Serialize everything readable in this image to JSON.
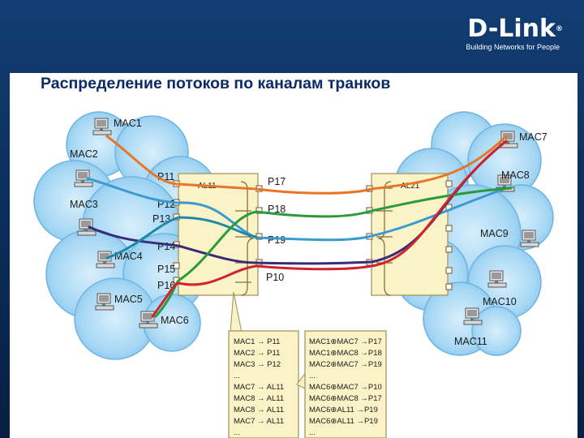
{
  "logo": {
    "brand": "D-Link",
    "reg": "®",
    "tagline": "Building Networks for People"
  },
  "title": "Распределение потоков по каналам транков",
  "macs": {
    "mac1": "MAC1",
    "mac2": "MAC2",
    "mac3": "MAC3",
    "mac4": "MAC4",
    "mac5": "MAC5",
    "mac6": "MAC6",
    "mac7": "MAC7",
    "mac8": "MAC8",
    "mac9": "MAC9",
    "mac10": "MAC10",
    "mac11": "MAC11"
  },
  "ports": {
    "p11": "P11",
    "p12": "P12",
    "p13": "P13",
    "p14": "P14",
    "p15": "P15",
    "p16": "P16",
    "p17": "P17",
    "p18": "P18",
    "p19": "P19",
    "p10": "P10"
  },
  "aggregates": {
    "al11": "AL11",
    "al21": "AL21"
  },
  "left_table": {
    "rows": [
      "MAC1 → P11",
      "MAC2 → P11",
      "MAC3 → P12",
      "...",
      "MAC7 → AL11",
      "MAC8 → AL11",
      "MAC8 → AL11",
      "MAC7 → AL11",
      "..."
    ]
  },
  "right_table": {
    "rows": [
      "MAC1⊕MAC7 →P17",
      "MAC1⊕MAC8 →P18",
      "MAC2⊕MAC7 →P19",
      "...",
      "MAC6⊕MAC7 →P10",
      "MAC6⊕MAC8 →P17",
      "MAC6⊕AL11 →P19",
      "MAC6⊕AL11 →P19",
      "..."
    ]
  },
  "colors": {
    "orange": "#e8762a",
    "blue": "#3a9bd1",
    "purple": "#3a2a7a",
    "green": "#2a9a3a",
    "red": "#d0242c",
    "teal": "#1f8aa8",
    "cloud": "#9fd3f2",
    "switch": "#fbf3c8"
  }
}
